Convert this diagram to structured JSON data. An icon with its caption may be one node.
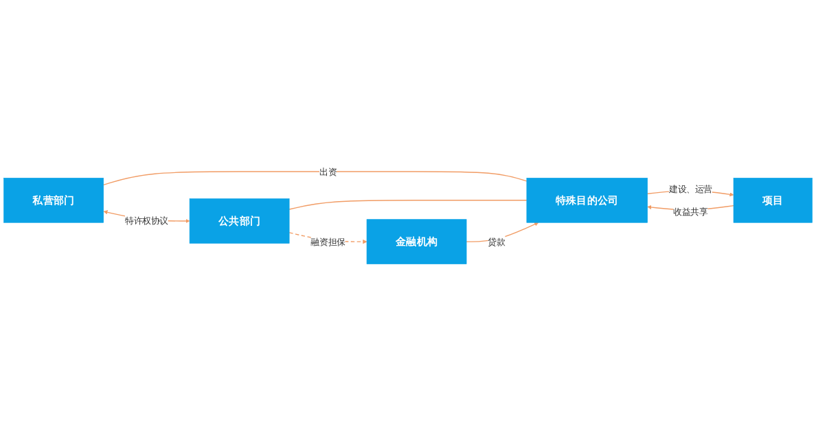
{
  "diagram": {
    "nodes": [
      {
        "text": [
          "私营部门"
        ]
      },
      {
        "text": [
          "公共部门"
        ]
      },
      {
        "text": [
          "特殊目的公司"
        ]
      },
      {
        "text": [
          "项目"
        ]
      },
      {
        "text": [
          "金融机构"
        ]
      }
    ],
    "edges": [
      {
        "from": 0,
        "to": 1,
        "arrow": "both",
        "label": "特许权协议"
      },
      {
        "from": 0,
        "to": 2,
        "arrow": "none",
        "label": "出资"
      },
      {
        "from": 1,
        "to": 2,
        "arrow": "none"
      },
      {
        "from": 2,
        "to": 3,
        "arrow": "to",
        "label": "建设、运营"
      },
      {
        "from": 3,
        "to": 2,
        "arrow": "to",
        "label": "收益共享"
      },
      {
        "from": 4,
        "to": 2,
        "arrow": "to",
        "label": "贷款"
      },
      {
        "from": 1,
        "to": 4,
        "arrow": "to",
        "style": "dashed",
        "label": "融资担保"
      }
    ]
  }
}
